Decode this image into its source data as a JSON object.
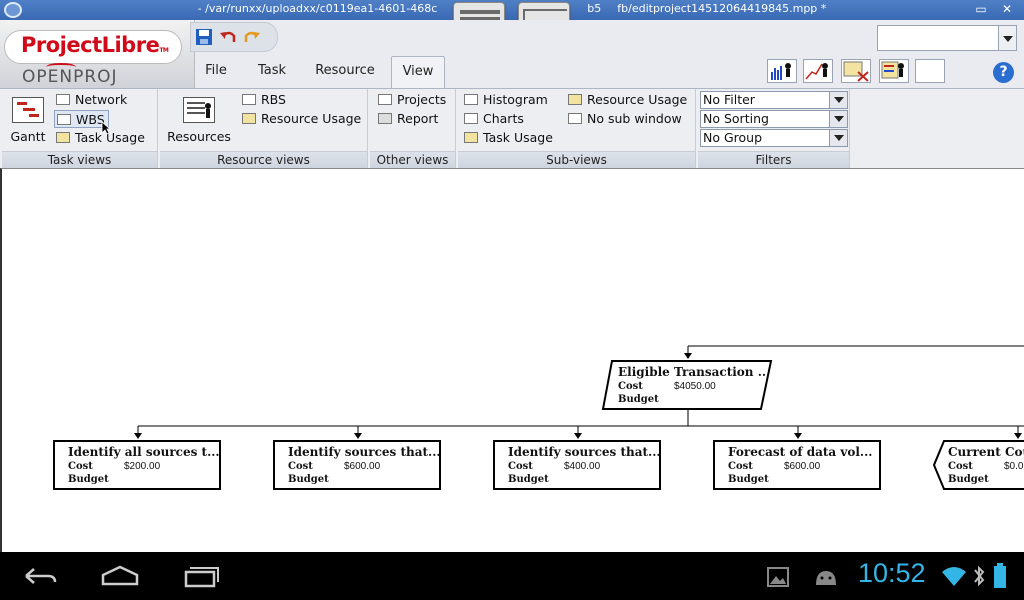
{
  "window": {
    "title": "- /var/runxx/uploadxx/c0119ea1-4601-468c",
    "title_end": "b5",
    "title_tail": "fb/editproject14512064419845.mpp *"
  },
  "logo": {
    "brand": "ProjectLibre",
    "tm": "TM",
    "sub": "OPENPROJ"
  },
  "tabs": [
    {
      "label": "File"
    },
    {
      "label": "Task"
    },
    {
      "label": "Resource"
    },
    {
      "label": "View",
      "active": true
    }
  ],
  "groups": {
    "task_views": {
      "label": "Task views",
      "gantt": "Gantt",
      "network": "Network",
      "wbs": "WBS",
      "task_usage": "Task Usage"
    },
    "resource_views": {
      "label": "Resource views",
      "resources": "Resources",
      "rbs": "RBS",
      "resource_usage": "Resource Usage"
    },
    "other_views": {
      "label": "Other views",
      "projects": "Projects",
      "report": "Report"
    },
    "sub_views": {
      "label": "Sub-views",
      "histogram": "Histogram",
      "charts": "Charts",
      "task_usage": "Task Usage",
      "resource_usage": "Resource Usage",
      "no_sub_window": "No sub window"
    },
    "filters": {
      "label": "Filters",
      "filter": "No Filter",
      "sorting": "No Sorting",
      "group": "No Group"
    }
  },
  "wbs": {
    "root": {
      "title": "Eligible Transaction ...",
      "cost_label": "Cost",
      "cost": "$4050.00",
      "budget_label": "Budget"
    },
    "children": [
      {
        "title": "Identify all sources t...",
        "cost_label": "Cost",
        "cost": "$200.00",
        "budget_label": "Budget"
      },
      {
        "title": "Identify sources that...",
        "cost_label": "Cost",
        "cost": "$600.00",
        "budget_label": "Budget"
      },
      {
        "title": "Identify sources that...",
        "cost_label": "Cost",
        "cost": "$400.00",
        "budget_label": "Budget"
      },
      {
        "title": "Forecast of data vol...",
        "cost_label": "Cost",
        "cost": "$600.00",
        "budget_label": "Budget"
      },
      {
        "title": "Current Cou",
        "cost_label": "Cost",
        "cost": "$0.0",
        "budget_label": "Budget"
      }
    ]
  },
  "statusbar": {
    "clock": "10:52"
  },
  "colors": {
    "titlebar": "#3a69b4",
    "brand_red": "#d10a1a",
    "clock": "#33b5e5"
  }
}
